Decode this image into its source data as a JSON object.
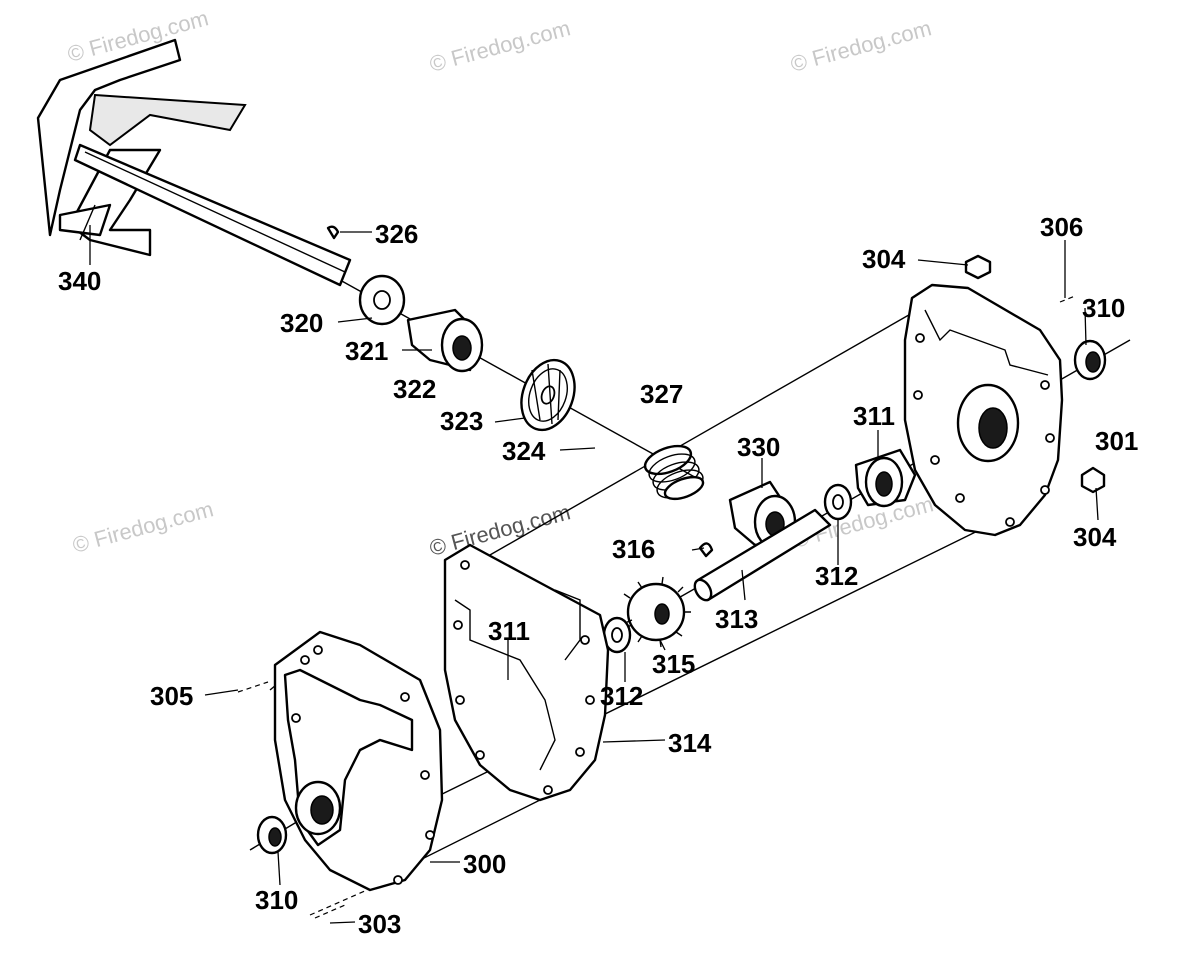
{
  "watermark": {
    "text": "© Firedog.com",
    "center_text": "© Firedog.com"
  },
  "labels": {
    "p300": "300",
    "p301": "301",
    "p303": "303",
    "p304a": "304",
    "p304b": "304",
    "p305": "305",
    "p306": "306",
    "p310a": "310",
    "p310b": "310",
    "p311a": "311",
    "p311b": "311",
    "p312a": "312",
    "p312b": "312",
    "p313": "313",
    "p314": "314",
    "p315": "315",
    "p316": "316",
    "p320": "320",
    "p321": "321",
    "p322": "322",
    "p323": "323",
    "p324": "324",
    "p326": "326",
    "p327": "327",
    "p330": "330",
    "p340": "340"
  }
}
